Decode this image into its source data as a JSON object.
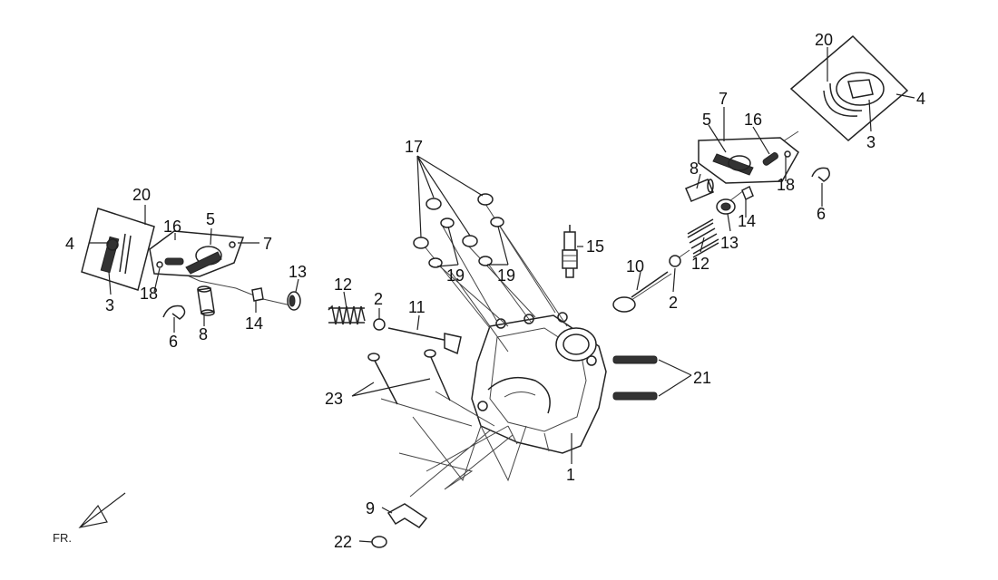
{
  "diagram": {
    "direction_label": "FR.",
    "callouts": {
      "c1": "1",
      "c2a": "2",
      "c2b": "2",
      "c3a": "3",
      "c3b": "3",
      "c4a": "4",
      "c4b": "4",
      "c5a": "5",
      "c5b": "5",
      "c6a": "6",
      "c6b": "6",
      "c7a": "7",
      "c7b": "7",
      "c8a": "8",
      "c8b": "8",
      "c9": "9",
      "c10": "10",
      "c11": "11",
      "c12a": "12",
      "c12b": "12",
      "c13a": "13",
      "c13b": "13",
      "c14a": "14",
      "c14b": "14",
      "c15": "15",
      "c16a": "16",
      "c16b": "16",
      "c17": "17",
      "c18a": "18",
      "c18b": "18",
      "c19a": "19",
      "c19b": "19",
      "c20a": "20",
      "c20b": "20",
      "c21": "21",
      "c22": "22",
      "c23": "23"
    }
  }
}
